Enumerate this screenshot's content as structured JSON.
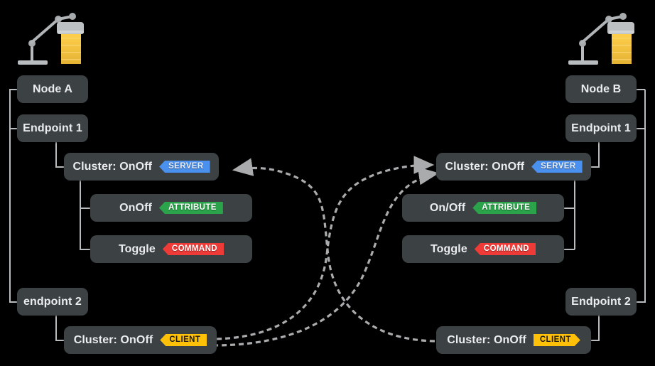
{
  "diagram": {
    "title": "Matter OnOff cluster binding between two nodes",
    "background_color": "#000000",
    "box_color": "#3c4144",
    "line_color": "#b9bcbe",
    "arrow_color": "#a9abad"
  },
  "badge_colors": {
    "server": "#4a90ee",
    "client": "#ffc107",
    "attribute": "#2aa34a",
    "command": "#ef3b38"
  },
  "left": {
    "icon": "desk-lamp-icon",
    "node": {
      "label": "Node A"
    },
    "endpoint1": {
      "label": "Endpoint 1"
    },
    "cluster_server": {
      "label": "Cluster: OnOff",
      "badge": "SERVER"
    },
    "attribute": {
      "label": "OnOff",
      "badge": "ATTRIBUTE"
    },
    "command": {
      "label": "Toggle",
      "badge": "COMMAND"
    },
    "endpoint2": {
      "label": "endpoint 2"
    },
    "cluster_client": {
      "label": "Cluster: OnOff",
      "badge": "CLIENT"
    }
  },
  "right": {
    "icon": "desk-lamp-icon",
    "node": {
      "label": "Node B"
    },
    "endpoint1": {
      "label": "Endpoint 1"
    },
    "cluster_server": {
      "label": "Cluster: OnOff",
      "badge": "SERVER"
    },
    "attribute": {
      "label": "On/Off",
      "badge": "ATTRIBUTE"
    },
    "command": {
      "label": "Toggle",
      "badge": "COMMAND"
    },
    "endpoint2": {
      "label": "Endpoint 2"
    },
    "cluster_client": {
      "label": "Cluster: OnOff",
      "badge": "CLIENT"
    }
  },
  "bindings": [
    {
      "name": "right-client-to-left-server",
      "from": "right.cluster_client",
      "to": "left.cluster_server",
      "style": "dashed-curve",
      "direction": "left"
    },
    {
      "name": "left-client-to-right-server-a",
      "from": "left.cluster_client",
      "to": "right.cluster_server",
      "style": "dashed-curve",
      "direction": "right"
    },
    {
      "name": "left-client-to-right-server-b",
      "from": "left.cluster_client",
      "to": "right.cluster_server",
      "style": "dashed-curve",
      "direction": "right"
    }
  ]
}
